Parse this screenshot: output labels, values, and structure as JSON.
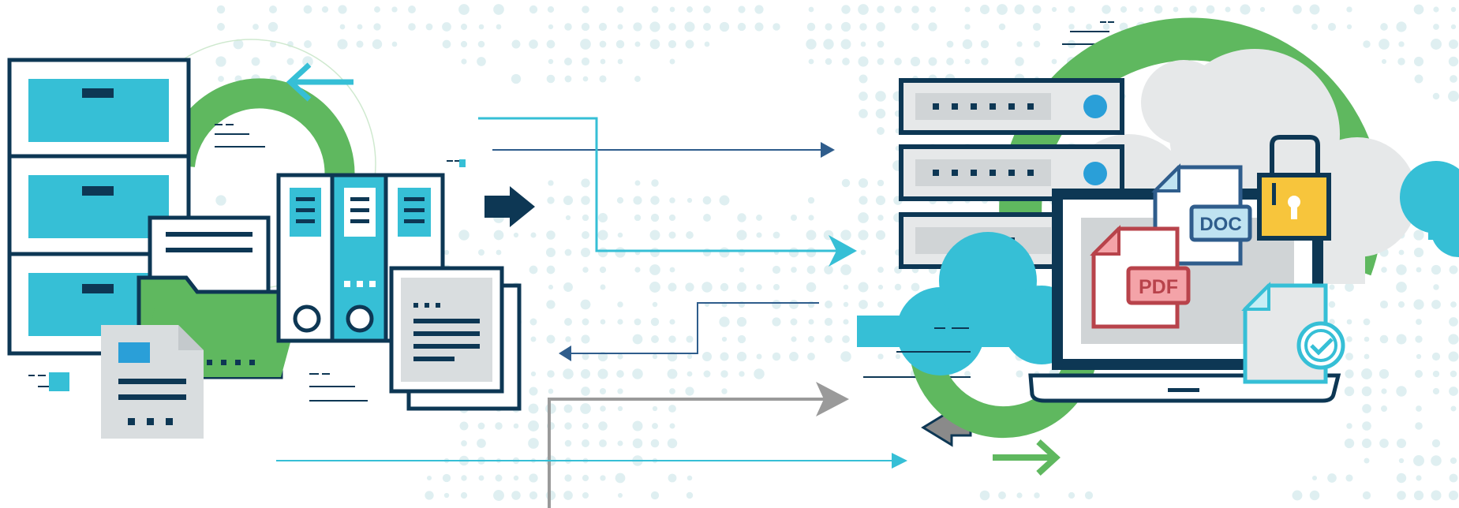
{
  "scene": {
    "name": "data-transfer-illustration",
    "colors": {
      "navy": "#0d3754",
      "cyan": "#36bfd6",
      "green": "#5fb85f",
      "light_gray": "#e6e8e9",
      "paper_gray": "#d9dddf",
      "dot": "#dfeff1",
      "arrow_gray": "#9a9a9a",
      "pdf_red": "#b8434b",
      "pdf_fill": "#f4a3a8",
      "doc_blue": "#2f5d8c",
      "doc_fill": "#bfe3f1",
      "lock_yellow": "#f7c53c",
      "check_cyan": "#36bfd6"
    },
    "icons": [
      "filing-cabinet-icon",
      "binder-icon",
      "folder-icon",
      "document-icon",
      "server-rack-icon",
      "cloud-icon",
      "laptop-icon",
      "pdf-file-icon",
      "doc-file-icon",
      "padlock-icon",
      "verified-file-icon",
      "arrow-icon"
    ]
  },
  "labels": {
    "pdf": "PDF",
    "doc": "DOC"
  }
}
